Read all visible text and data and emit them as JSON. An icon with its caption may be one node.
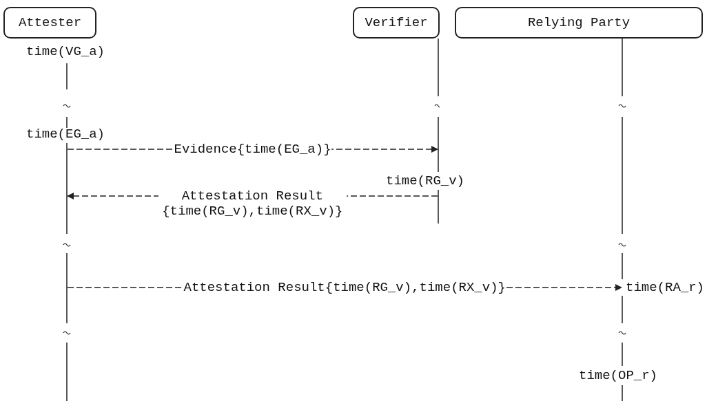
{
  "diagram": {
    "nodes": [
      {
        "text": [
          "Attester"
        ]
      },
      {
        "text": [
          "Verifier"
        ]
      },
      {
        "text": [
          "Relying Party"
        ]
      }
    ],
    "edges": [
      {
        "from": 0,
        "to": 1,
        "arrow": "to",
        "label": "Evidence{time(EG_a)}",
        "style": "dashed"
      },
      {
        "from": 1,
        "to": 0,
        "arrow": "to",
        "label": "Attestation Result {time(RG_v),time(RX_v)}",
        "style": "dashed"
      },
      {
        "from": 0,
        "to": 2,
        "arrow": "to",
        "label": "Attestation Result{time(RG_v),time(RX_v)}",
        "style": "dashed"
      }
    ],
    "labels": [
      "time(VG_a)",
      "time(EG_a)",
      "time(RG_v)",
      "time(RA_r)",
      "time(OP_r)"
    ]
  }
}
